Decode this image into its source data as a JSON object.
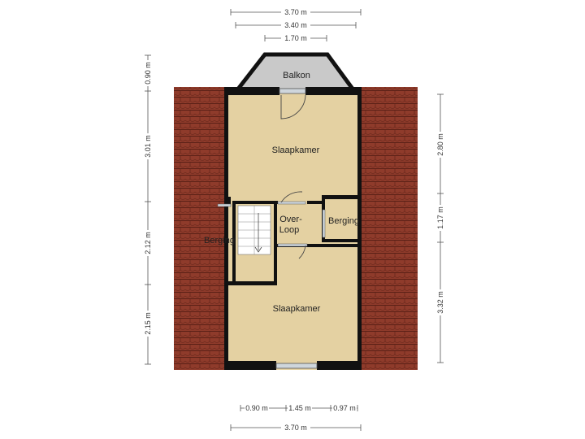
{
  "colors": {
    "floor": "#e4d1a2",
    "roof_tile": "#8f3b2b",
    "roof_tile_line": "#5a2016",
    "balcony": "#c9c9c9",
    "wall": "#111111",
    "window_glass": "#cfd6dc"
  },
  "rooms": {
    "balkon": "Balkon",
    "slaapkamer_top": "Slaapkamer",
    "slaapkamer_bottom": "Slaapkamer",
    "overloop_line1": "Over-",
    "overloop_line2": "Loop",
    "berging_right": "Berging",
    "berging_left": "Berging"
  },
  "dimensions": {
    "top": [
      "3.70 m",
      "3.40 m",
      "1.70 m"
    ],
    "left": [
      "0.90 m",
      "3.01 m",
      "2.12 m",
      "2.15 m"
    ],
    "right": [
      "2.80 m",
      "1.17 m",
      "3.32 m"
    ],
    "bottom_segments": [
      "0.90 m",
      "1.45 m",
      "0.97 m"
    ],
    "bottom_total": "3.70 m"
  },
  "icons": {
    "stairs": "staircase-icon",
    "door": "door-swing-icon",
    "window": "window-icon"
  }
}
